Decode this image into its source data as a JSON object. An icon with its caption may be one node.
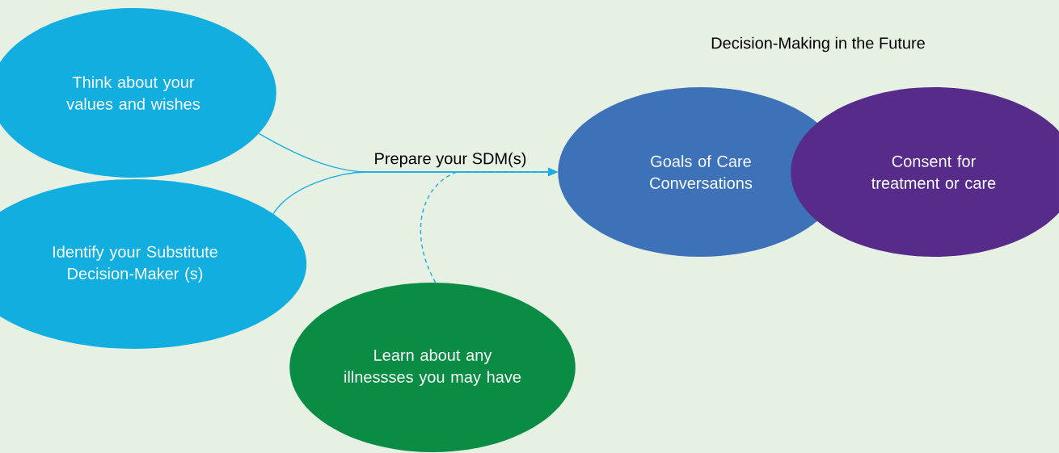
{
  "diagram": {
    "title": "Decision-Making in the Future",
    "nodes": [
      {
        "text": [
          "Think about your values and wishes"
        ]
      },
      {
        "text": [
          "Identify your Substitute Decision-Maker (s)"
        ]
      },
      {
        "text": [
          "Learn about any illnessses you may have"
        ]
      },
      {
        "text": [
          "Goals of Care Conversations"
        ]
      },
      {
        "text": [
          "Consent for treatment or care"
        ]
      }
    ],
    "edges": [
      {
        "from": 0,
        "to": 3,
        "arrow": "to",
        "label": "Prepare your SDM(s)"
      },
      {
        "from": 1,
        "to": 3,
        "arrow": "to"
      },
      {
        "from": 2,
        "to": 3,
        "arrow": "to",
        "style": "dashed"
      }
    ]
  }
}
